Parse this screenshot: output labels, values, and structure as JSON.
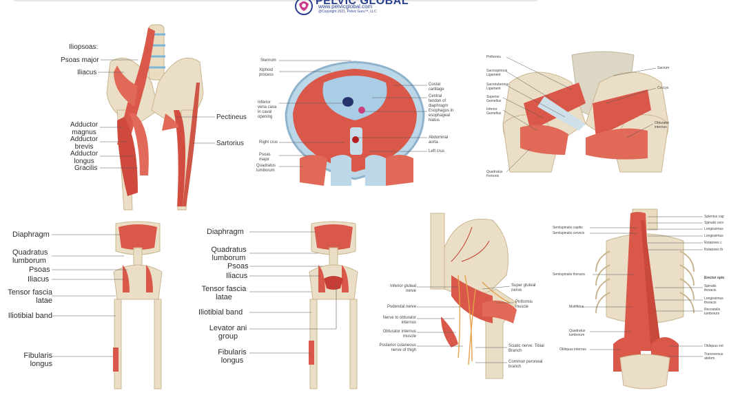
{
  "header": {
    "logo_title": "PELVIC GLOBAL",
    "logo_url": "www.pelvicglobal.com",
    "logo_copyright": "@Copyright 2021, Pelvic Guru™, LLC"
  },
  "panel_hip": {
    "left_labels": [
      "Iliopsoas:",
      "Psoas major",
      "Iliacus",
      "Adductor magnus",
      "Adductor brevis",
      "Adductor longus",
      "Gracilis"
    ],
    "right_labels": [
      "Pectineus",
      "Sartorius"
    ]
  },
  "panel_diaphragm": {
    "left_labels": [
      "Sternum",
      "Xiphoid process",
      "Inferior vena cava in caval opening",
      "Right crus",
      "Psoas major",
      "Quadratus lumborum"
    ],
    "right_labels": [
      "Costal cartilage",
      "Central tendon of diaphragm",
      "Esophagus in esophageal hiatus",
      "Abdominal aorta",
      "Left crus"
    ]
  },
  "panel_pelvis_post": {
    "left_labels": [
      "Piriformis",
      "Sacrospinous Ligament",
      "Sacrotuberous Ligament",
      "Superior Gemellus",
      "Inferior Gemellus",
      "Quadratus Femoris"
    ],
    "right_labels": [
      "Sacrum",
      "Coccyx",
      "Obturator internus"
    ]
  },
  "panel_skel1": {
    "labels": [
      "Diaphragm",
      "Quadratus lumborum",
      "Psoas",
      "Iliacus",
      "Tensor fascia latae",
      "Iliotibial band",
      "Fibularis longus"
    ]
  },
  "panel_skel2": {
    "labels": [
      "Diaphragm",
      "Quadratus lumborum",
      "Psoas",
      "Iliacus",
      "Tensor fascia latae",
      "Iliotibial band",
      "Levator ani group",
      "Fibularis longus"
    ]
  },
  "panel_nerves": {
    "left_labels": [
      "Inferior gluteal nerve",
      "Pudendal nerve",
      "Nerve to obturator internus",
      "Obturator internus muscle",
      "Posterior cutaneous nerve of thigh"
    ],
    "right_labels": [
      "Super gluteal nerve",
      "Piriformis muscle",
      "Sciatic nerve: Tibial Branch",
      "Common peroneal branch"
    ]
  },
  "panel_back": {
    "left_labels": [
      "Semispinalis capitis",
      "Semispinalis cervicis",
      "Semispinalis thoracis",
      "Multifidus",
      "Quadratus lumborum",
      "Obliquus internus"
    ],
    "right_labels": [
      "Splenius cap",
      "Spinalis cerv",
      "Longissimus",
      "Longissimus",
      "Rotatores c",
      "Rotatores th",
      "Erector spin",
      "Spinalis thoracis",
      "Longissimus thoracis",
      "Iliocostalis lumborum",
      "Obliquus ext",
      "Transversus abdom"
    ]
  }
}
